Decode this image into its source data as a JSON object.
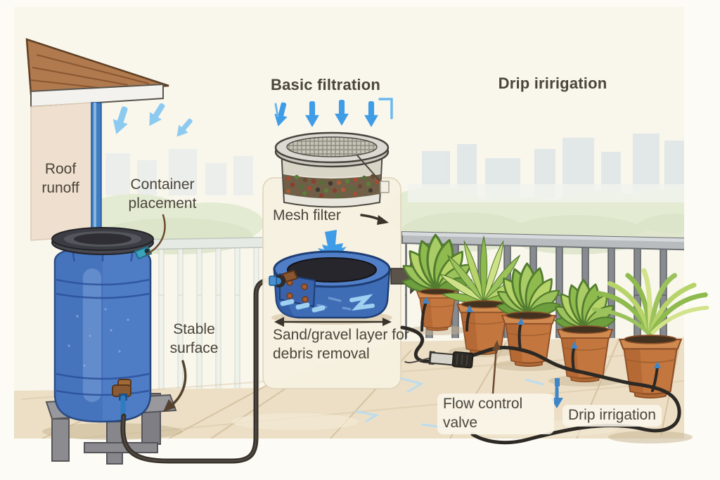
{
  "diagram": {
    "title_left": "Basic filtration",
    "title_right": "Drip iririgation",
    "labels": {
      "roof_runoff": "Roof runoff",
      "container_placement": "Container placement",
      "mesh_filter": "Mesh filter",
      "stable_surface": "Stable surface",
      "sand_gravel": "Sand/gravel layer for debris removal",
      "flow_control": "Flow control valve",
      "drip_irrigation": "Drip irrigation"
    },
    "palette": {
      "background_cream": "#f9f6ec",
      "water_blue": "#3f9ce6",
      "light_water_blue": "#8ccaf0",
      "barrel_blue": "#4e7dc5",
      "basin_blue": "#3e6db6",
      "terracotta": "#c3763e",
      "leaf_green": "#8fba4e",
      "text_brown": "#4a443a",
      "tube_black": "#2c2824",
      "roof_brown": "#b07a4e",
      "floor_tan": "#ecdfc6"
    },
    "icons": [
      "down-arrow-icon",
      "runoff-arrow-icon",
      "right-block-arrow-icon",
      "double-arrow-icon",
      "splash-arrow-icon",
      "drip-arrow-icon",
      "curved-leader-icon"
    ]
  }
}
